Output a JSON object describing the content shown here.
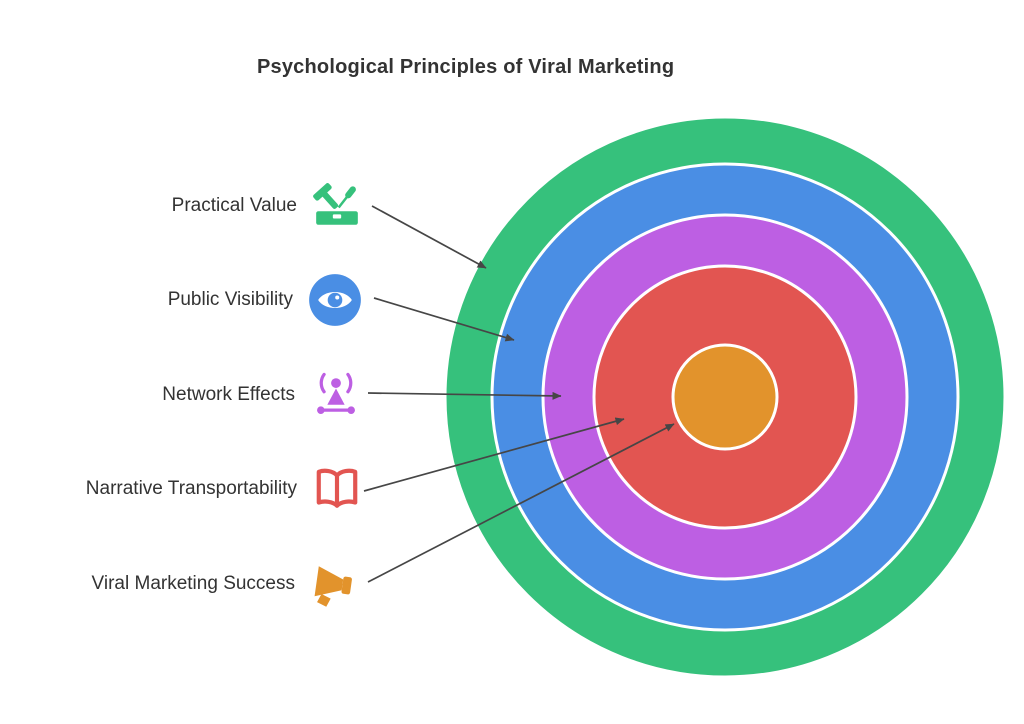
{
  "title": "Psychological Principles of Viral Marketing",
  "colors": {
    "green": "#36c17c",
    "blue": "#4a8ee4",
    "purple": "#bd5fe3",
    "red": "#e25551",
    "orange": "#e2932c",
    "text": "#333333",
    "arrow": "#464646",
    "background": "#ffffff"
  },
  "legend": {
    "items": [
      {
        "label": "Practical Value",
        "icon": "tools-icon",
        "color": "#36c17c"
      },
      {
        "label": "Public Visibility",
        "icon": "eye-icon",
        "color": "#4a8ee4"
      },
      {
        "label": "Network Effects",
        "icon": "broadcast-icon",
        "color": "#bd5fe3"
      },
      {
        "label": "Narrative Transportability",
        "icon": "open-book-icon",
        "color": "#e25551"
      },
      {
        "label": "Viral Marketing Success",
        "icon": "megaphone-icon",
        "color": "#e2932c"
      }
    ]
  },
  "rings": [
    {
      "label": "Practical Value",
      "color": "#36c17c",
      "position": "outermost"
    },
    {
      "label": "Public Visibility",
      "color": "#4a8ee4",
      "position": "outer"
    },
    {
      "label": "Network Effects",
      "color": "#bd5fe3",
      "position": "middle"
    },
    {
      "label": "Narrative Transportability",
      "color": "#e25551",
      "position": "inner"
    },
    {
      "label": "Viral Marketing Success",
      "color": "#e2932c",
      "position": "center"
    }
  ]
}
